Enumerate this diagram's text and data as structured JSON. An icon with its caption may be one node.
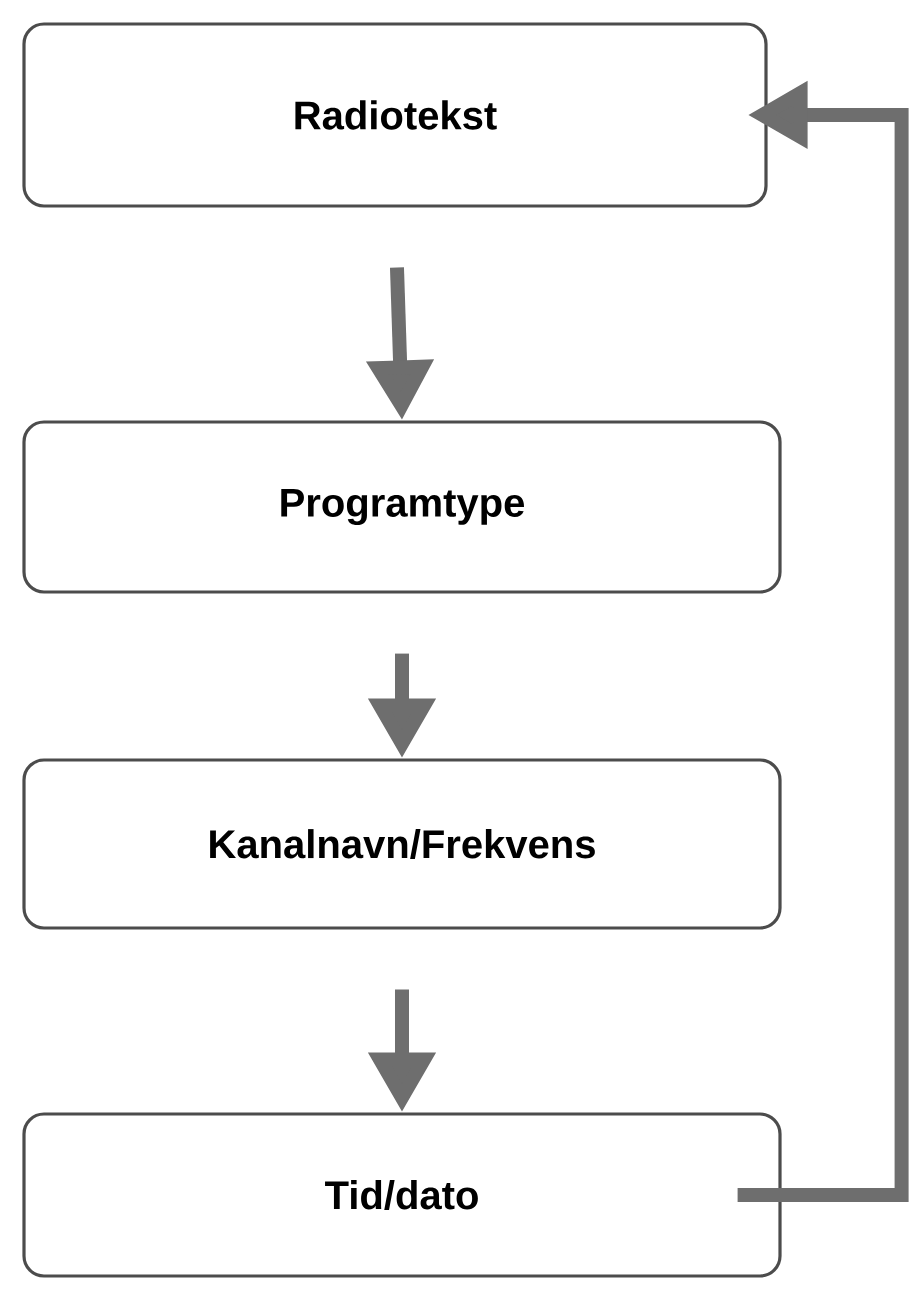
{
  "diagram": {
    "nodes": [
      {
        "text": [
          "Radiotekst"
        ]
      },
      {
        "text": [
          "Programtype"
        ]
      },
      {
        "text": [
          "Kanalnavn/Frekvens"
        ]
      },
      {
        "text": [
          "Tid/dato"
        ]
      }
    ],
    "edges": [
      {
        "from": 0,
        "to": 1,
        "arrow": "to"
      },
      {
        "from": 1,
        "to": 2,
        "arrow": "to"
      },
      {
        "from": 2,
        "to": 3,
        "arrow": "to"
      },
      {
        "from": 3,
        "to": 0,
        "arrow": "to"
      }
    ]
  }
}
